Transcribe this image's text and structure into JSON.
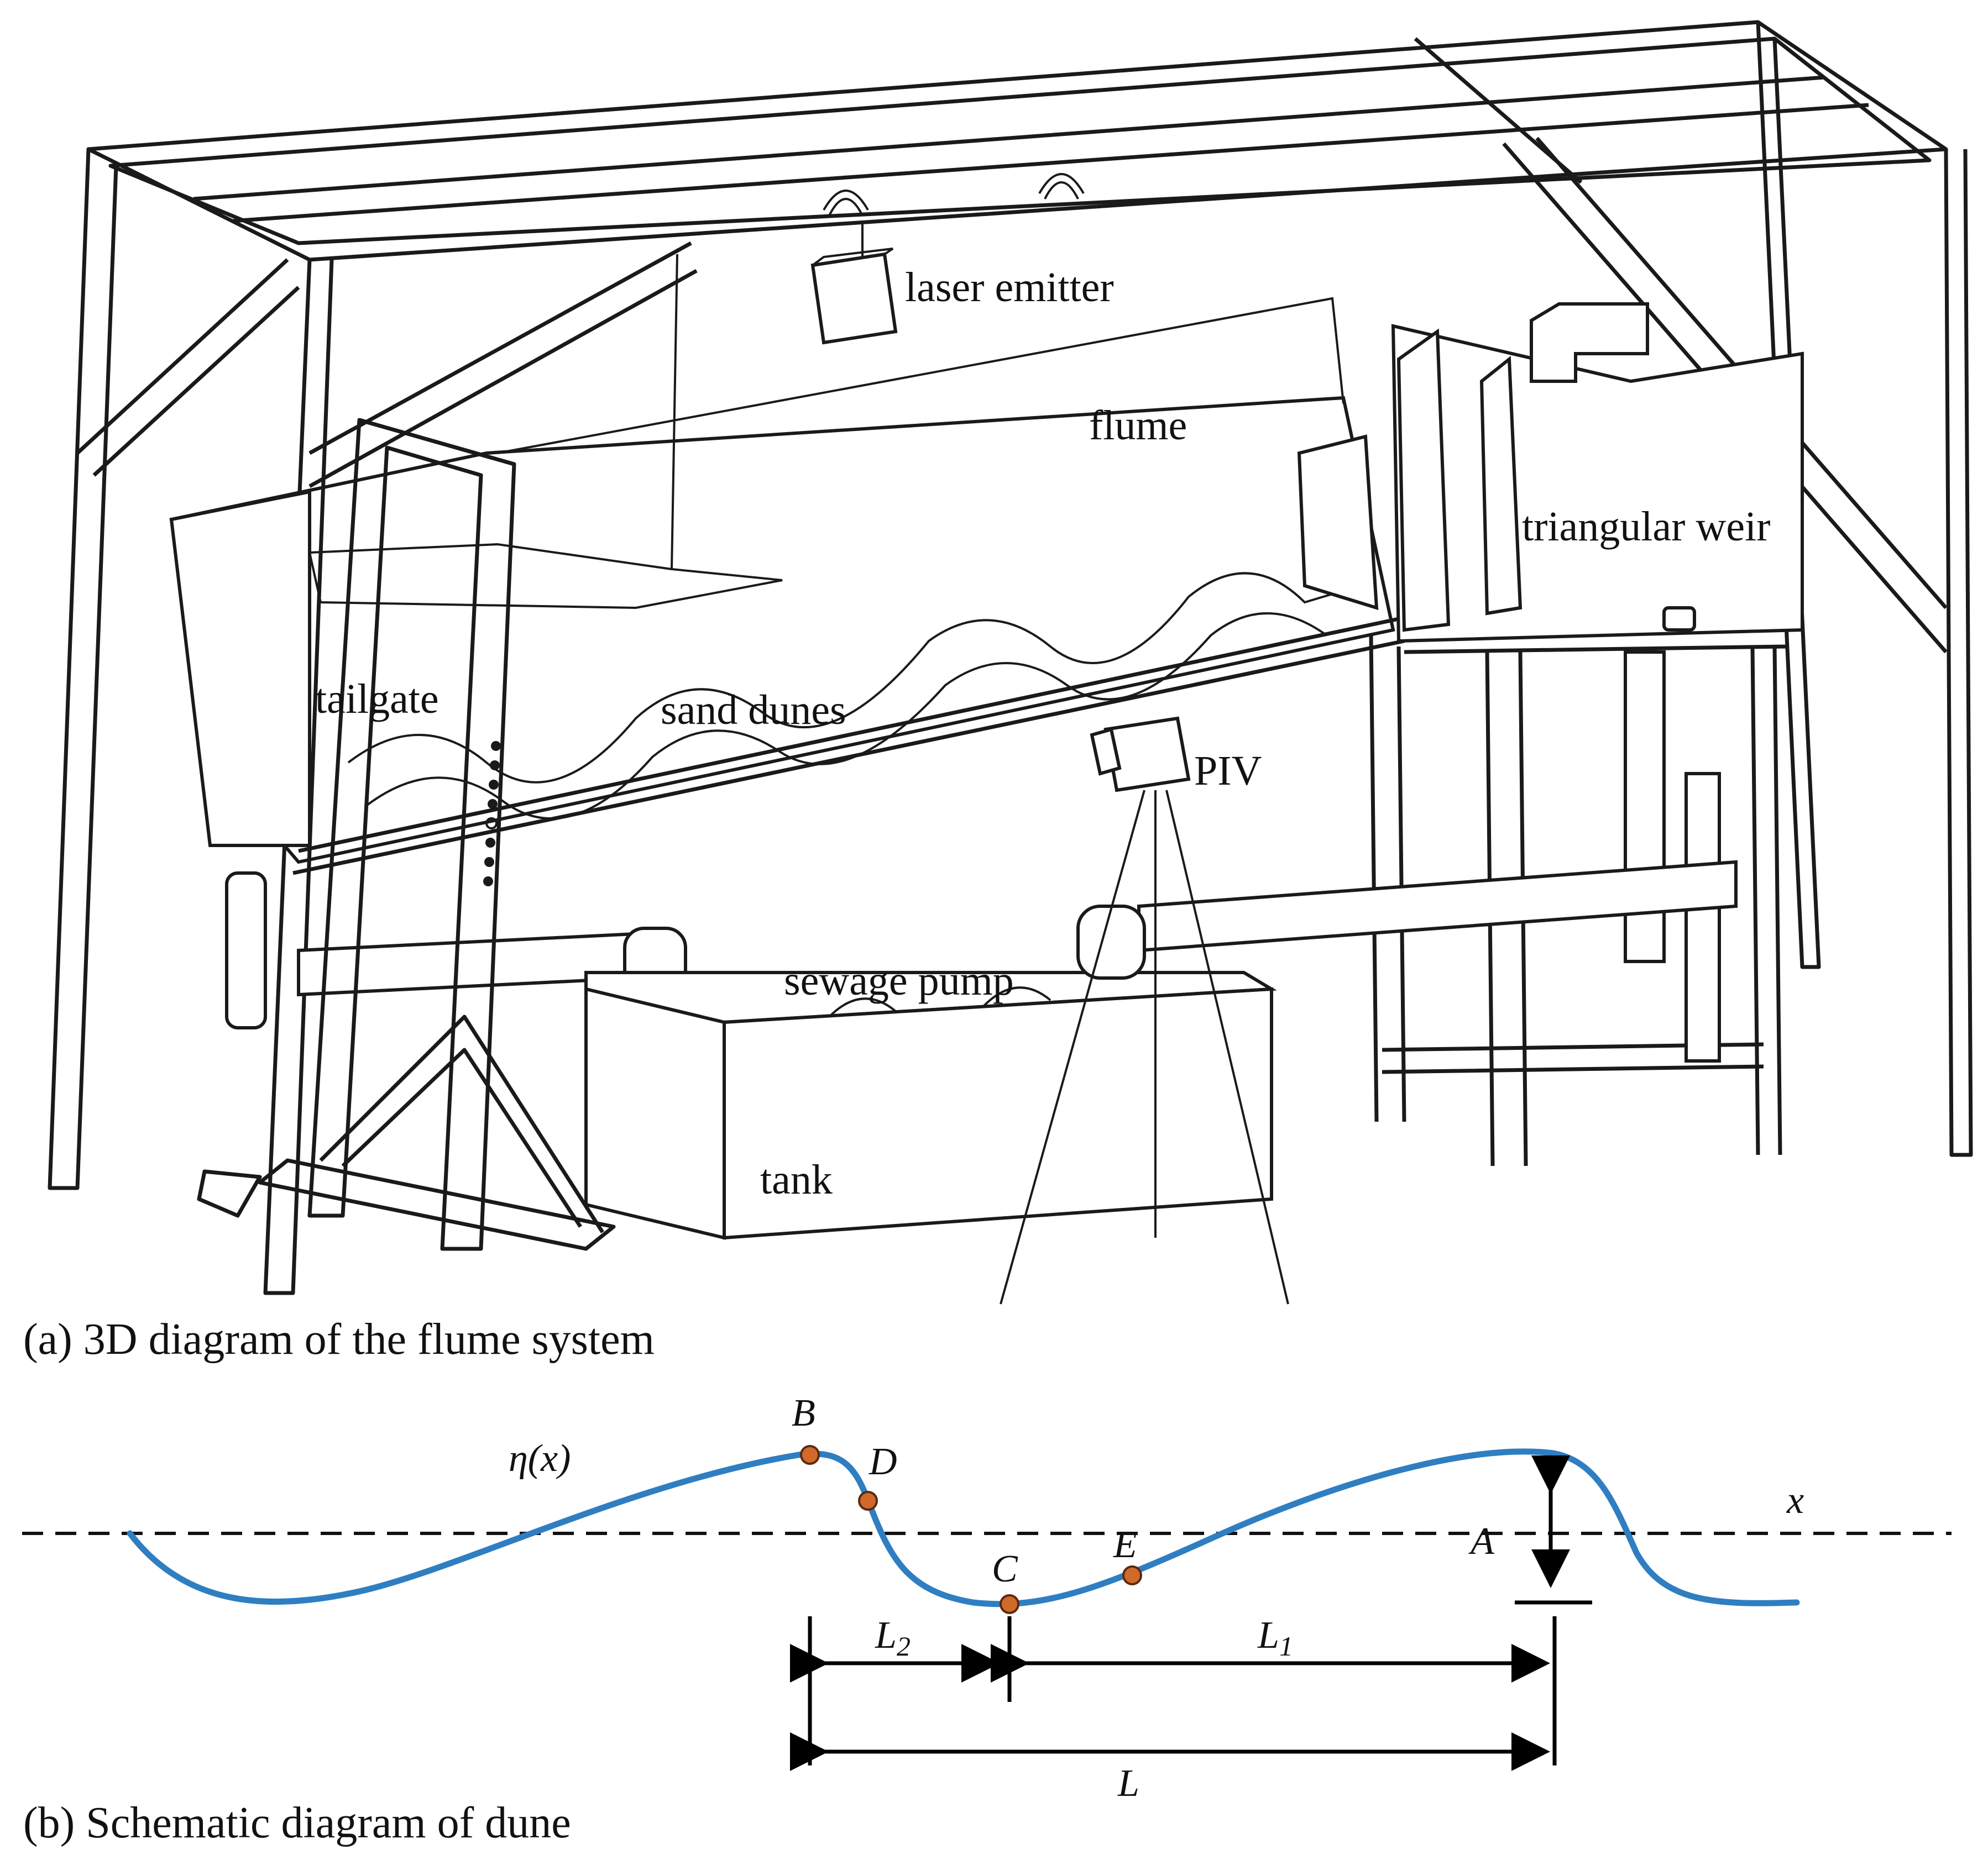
{
  "part_a": {
    "labels": {
      "laser_emitter": "laser emitter",
      "flume": "flume",
      "triangular_weir": "triangular weir",
      "tailgate": "tailgate",
      "sand_dunes": "sand dunes",
      "piv": "PIV",
      "sewage_pump": "sewage pump",
      "tank": "tank"
    },
    "caption": "(a) 3D diagram of the flume system"
  },
  "part_b": {
    "curve_label": "η(x)",
    "axis_label": "x",
    "points": {
      "b": "B",
      "c": "C",
      "d": "D",
      "e": "E"
    },
    "amplitude_label": "A",
    "dimensions": {
      "l1": "L",
      "l1_sub": "1",
      "l2": "L",
      "l2_sub": "2",
      "l": "L"
    },
    "caption": "(b) Schematic diagram of  dune",
    "colors": {
      "curve": "#2f7ec1",
      "points": "#d06a2a"
    }
  }
}
